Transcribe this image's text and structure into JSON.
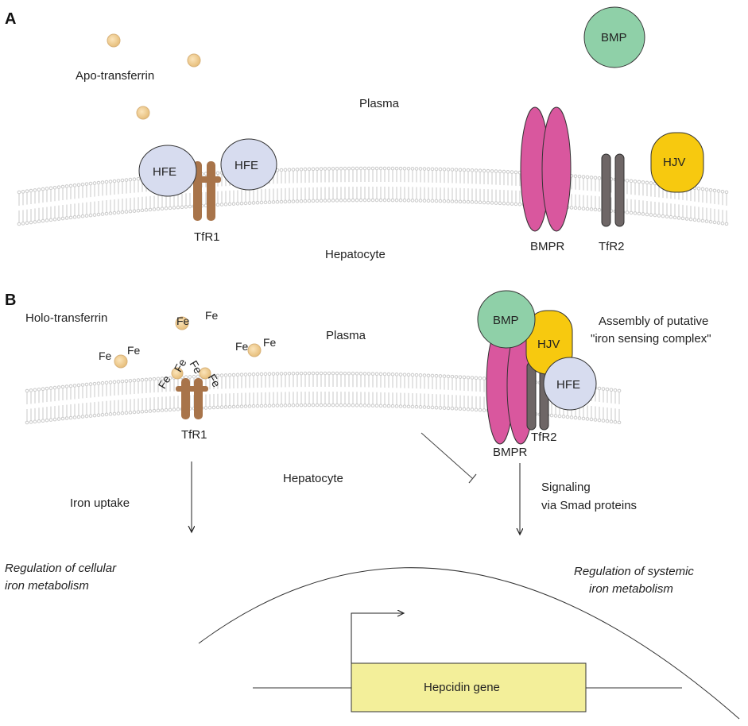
{
  "panels": {
    "a": {
      "letter": "A",
      "apo_transferrin": "Apo-transferrin",
      "plasma": "Plasma",
      "hepatocyte": "Hepatocyte",
      "hfe_left": "HFE",
      "hfe_right": "HFE",
      "tfr1": "TfR1",
      "bmp": "BMP",
      "hjv": "HJV",
      "bmpr": "BMPR",
      "tfr2": "TfR2"
    },
    "b": {
      "letter": "B",
      "holo_transferrin": "Holo-transferrin",
      "plasma": "Plasma",
      "hepatocyte": "Hepatocyte",
      "fe": "Fe",
      "tfr1": "TfR1",
      "bmp": "BMP",
      "hjv": "HJV",
      "hfe": "HFE",
      "bmpr": "BMPR",
      "tfr2": "TfR2",
      "assembly_line1": "Assembly of putative",
      "assembly_line2": "\"iron sensing complex\"",
      "iron_uptake": "Iron uptake",
      "signaling_line1": "Signaling",
      "signaling_line2": "via Smad proteins",
      "reg_cellular_line1": "Regulation of cellular",
      "reg_cellular_line2": "iron metabolism",
      "reg_systemic_line1": "Regulation of systemic",
      "reg_systemic_line2": "iron metabolism",
      "hepcidin_gene": "Hepcidin gene"
    }
  },
  "colors": {
    "apo_transferrin": "#f4d29a",
    "hfe": "#d7dcef",
    "tfr1": "#a8744a",
    "bmp": "#8fd0a8",
    "bmpr": "#d9579e",
    "tfr2": "#6e6666",
    "hjv": "#f7c90f",
    "membrane": "#c9c9c9",
    "hepcidin_gene": "#f3ef9a"
  }
}
